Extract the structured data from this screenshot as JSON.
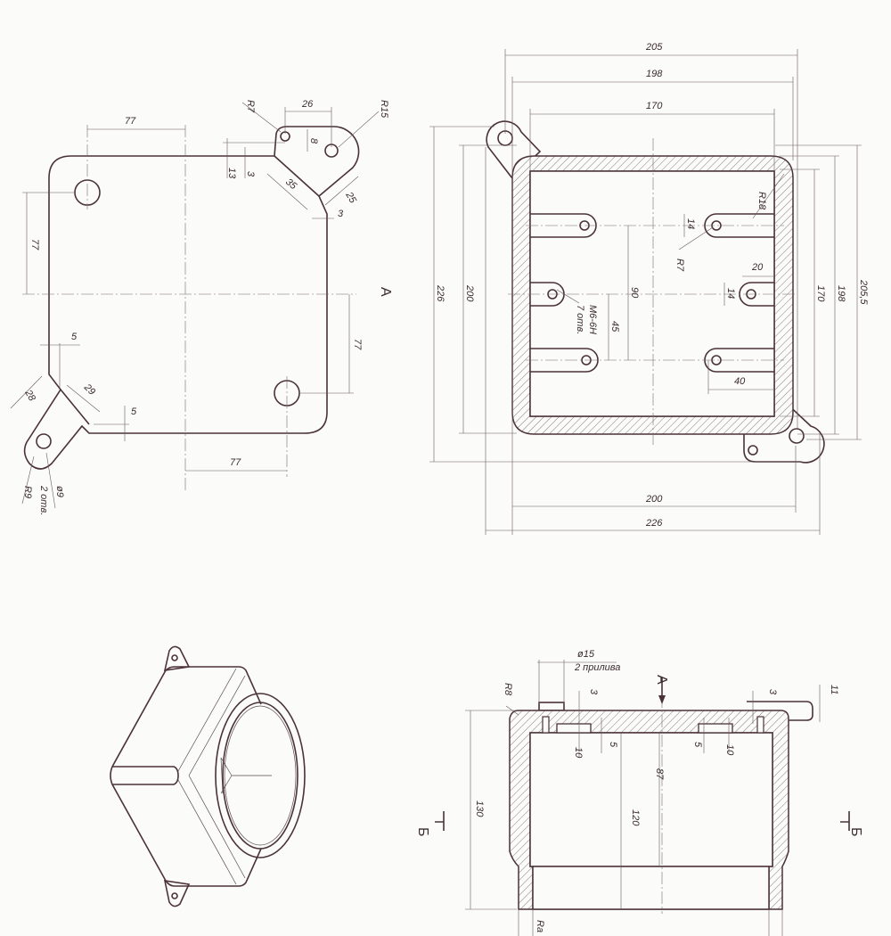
{
  "view_plan": {
    "dims": [
      "77",
      "77",
      "77",
      "77",
      "26",
      "R7",
      "R15",
      "8",
      "13",
      "3",
      "35",
      "25",
      "3",
      "5",
      "5",
      "28",
      "29",
      "R9",
      "2 отв.",
      "ø9"
    ],
    "view_label": "A"
  },
  "view_bottom": {
    "dims": [
      "205",
      "198",
      "170",
      "226",
      "200",
      "170",
      "198",
      "205,5",
      "200",
      "226",
      "90",
      "45",
      "M6-6H",
      "7 отв.",
      "14",
      "14",
      "R7",
      "R18",
      "20",
      "40"
    ]
  },
  "view_section": {
    "dims": [
      "ø15",
      "2 прилива",
      "R8",
      "3",
      "3",
      "11",
      "10",
      "5",
      "5",
      "10",
      "130",
      "120",
      "87",
      "Ra"
    ],
    "view_label": "A",
    "section_left": "Б",
    "section_right": "Б"
  }
}
